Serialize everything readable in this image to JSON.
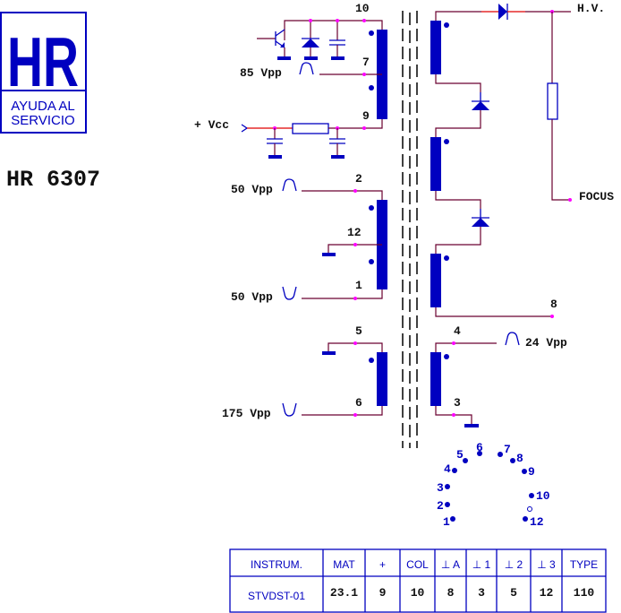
{
  "logo": {
    "mark": "HR",
    "line1": "AYUDA AL",
    "line2": "SERVICIO"
  },
  "model": "HR 6307",
  "labels": {
    "vcc": "+ Vcc",
    "p85": "85 Vpp",
    "p50a": "50 Vpp",
    "p50b": "50 Vpp",
    "p175": "175 Vpp",
    "p24": "24 Vpp",
    "hv": "H.V.",
    "focus": "FOCUS"
  },
  "pins": {
    "p10": "10",
    "p7": "7",
    "p9": "9",
    "p2": "2",
    "p12": "12",
    "p1": "1",
    "p5": "5",
    "p6": "6",
    "p8": "8",
    "p4": "4",
    "p3": "3"
  },
  "pinout": [
    "1",
    "2",
    "3",
    "4",
    "5",
    "6",
    "7",
    "8",
    "9",
    "10",
    "12"
  ],
  "colors": {
    "accent": "#0000c0",
    "wire": "#6b0030",
    "junction": "#ff00ff"
  },
  "table": {
    "headers": [
      "INSTRUM.",
      "MAT",
      "+",
      "COL",
      "⊥ A",
      "⊥ 1",
      "⊥ 2",
      "⊥ 3",
      "TYPE"
    ],
    "values": [
      "STVDST-01",
      "23.1",
      "9",
      "10",
      "8",
      "3",
      "5",
      "12",
      "110"
    ]
  }
}
